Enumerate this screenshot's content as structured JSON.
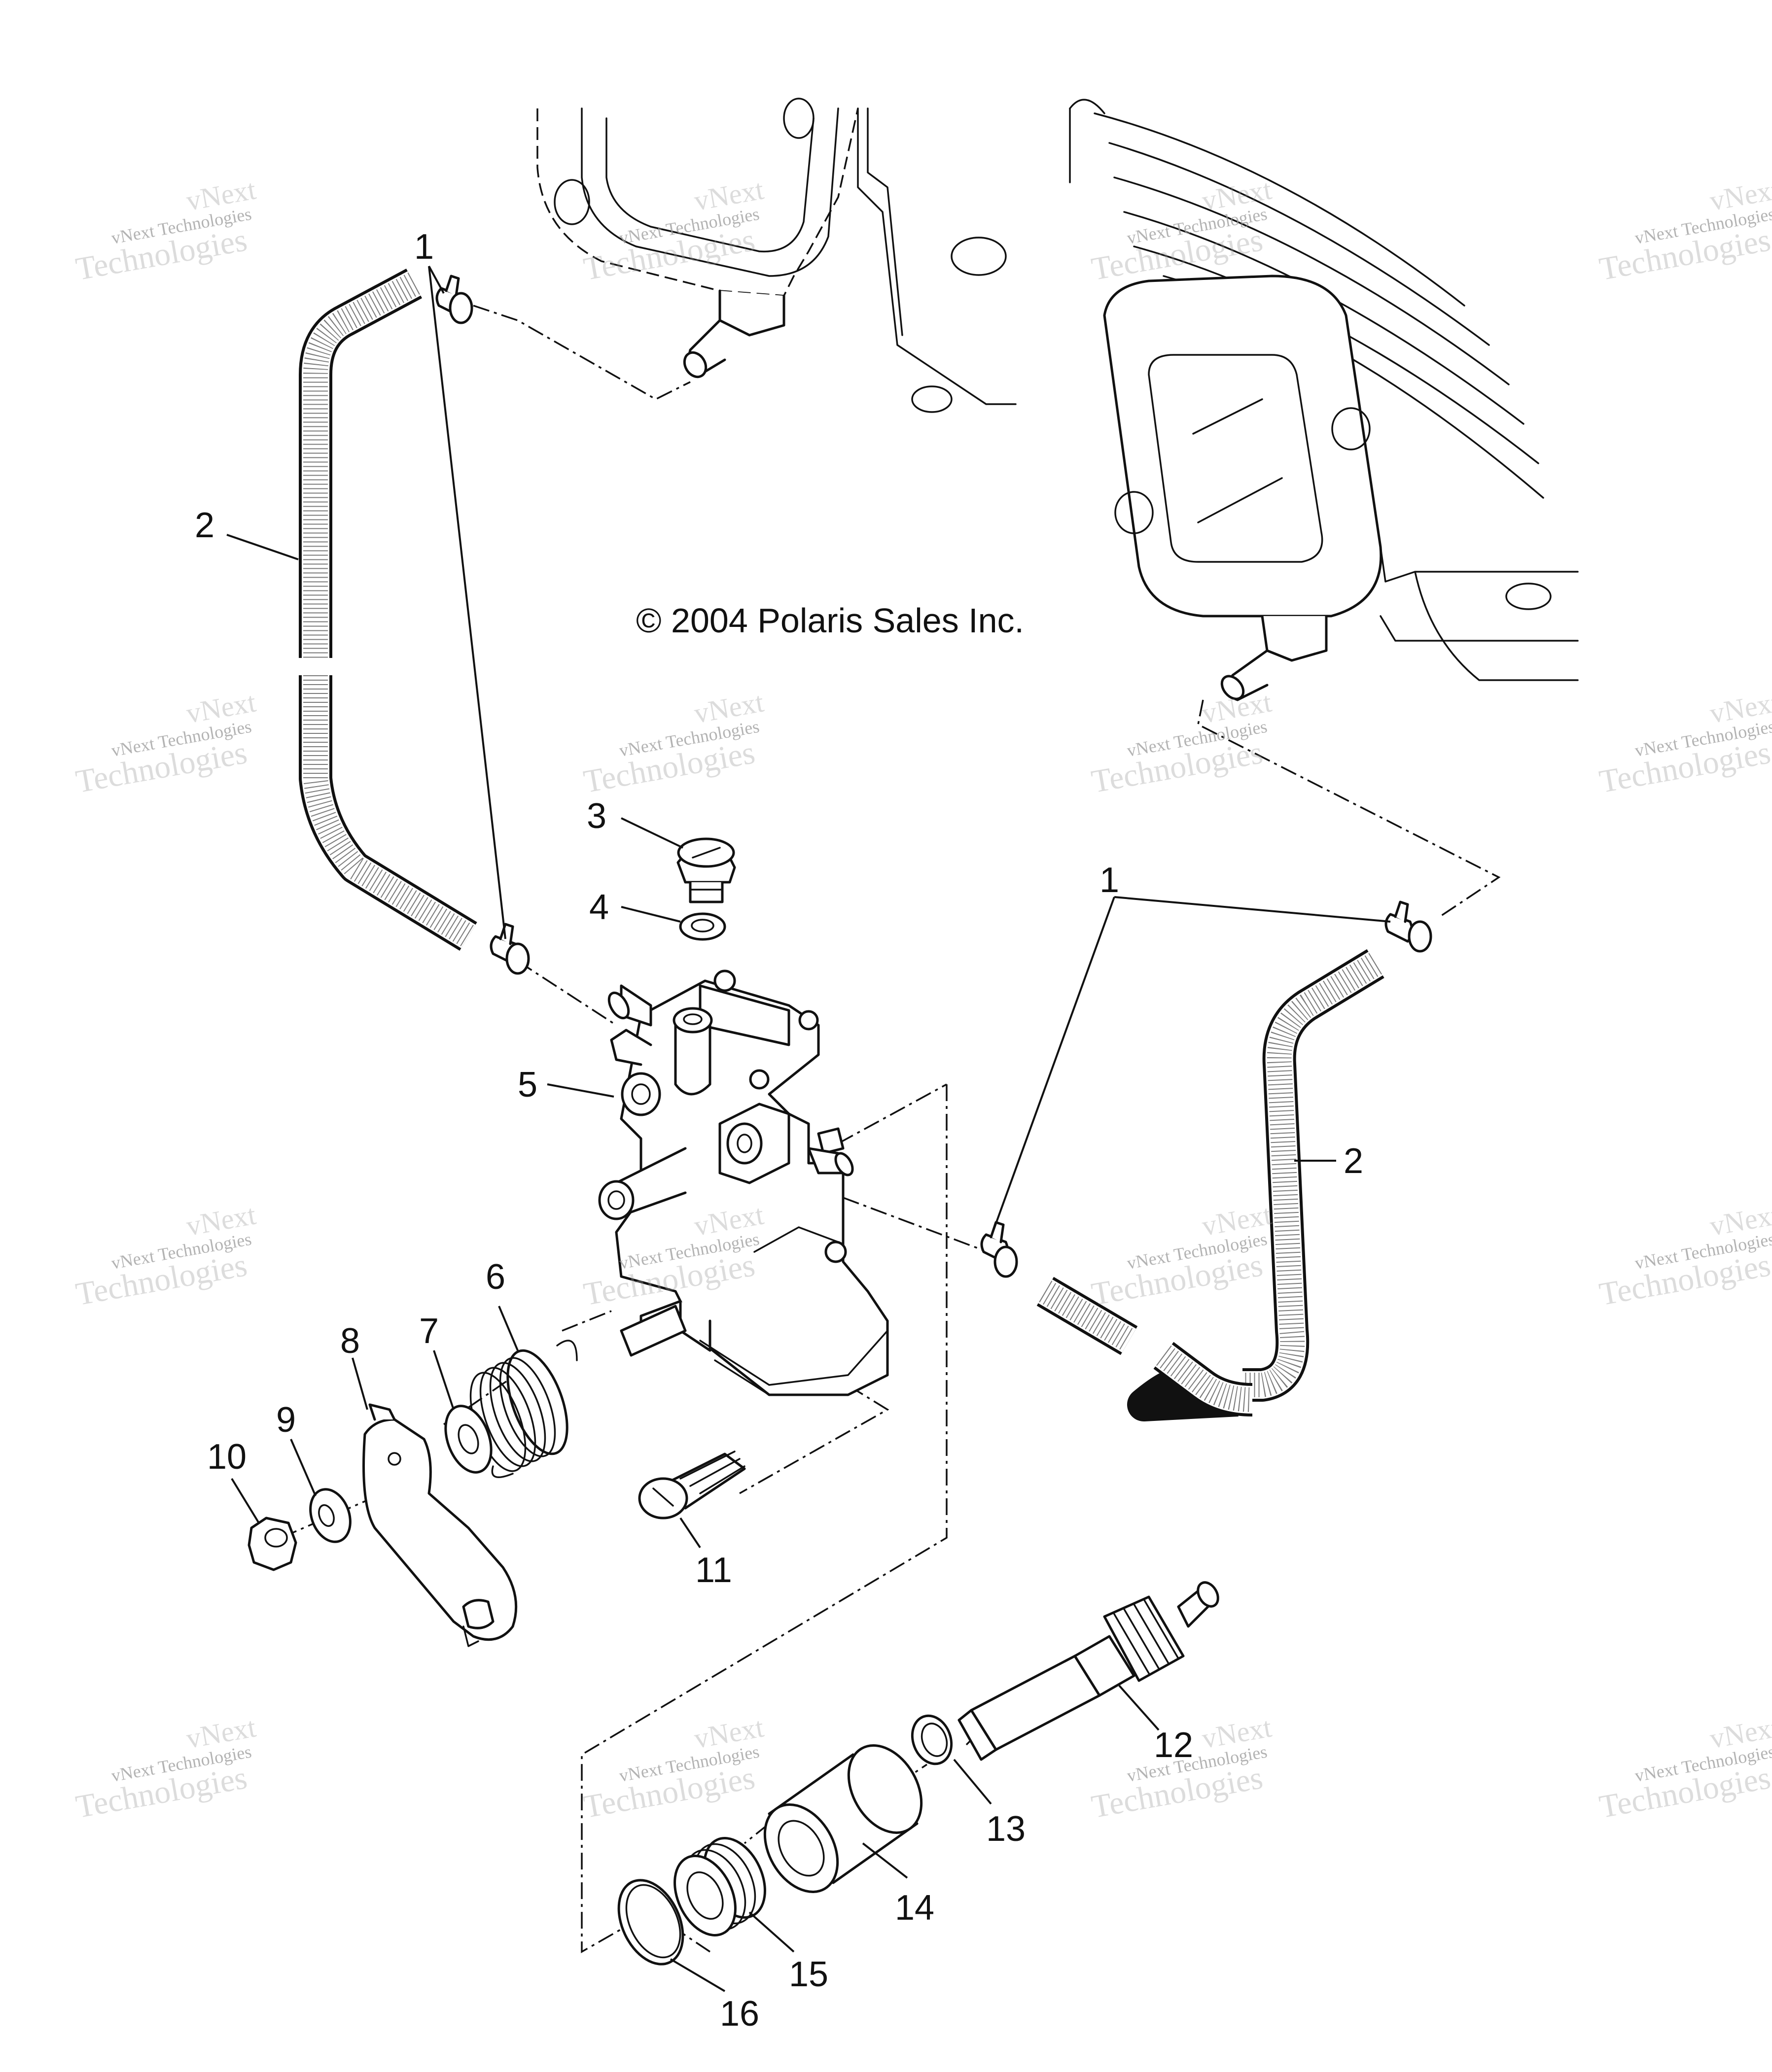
{
  "diagram": {
    "copyright": "© 2004 Polaris Sales Inc.",
    "watermark": {
      "line1": "vNext Technologies",
      "line2": "vNext",
      "line3": "Technologies"
    },
    "callouts": [
      {
        "id": "c1a",
        "label": "1"
      },
      {
        "id": "c1b",
        "label": "1"
      },
      {
        "id": "c2a",
        "label": "2"
      },
      {
        "id": "c2b",
        "label": "2"
      },
      {
        "id": "c3",
        "label": "3"
      },
      {
        "id": "c4",
        "label": "4"
      },
      {
        "id": "c5",
        "label": "5"
      },
      {
        "id": "c6",
        "label": "6"
      },
      {
        "id": "c7",
        "label": "7"
      },
      {
        "id": "c8",
        "label": "8"
      },
      {
        "id": "c9",
        "label": "9"
      },
      {
        "id": "c10",
        "label": "10"
      },
      {
        "id": "c11",
        "label": "11"
      },
      {
        "id": "c12",
        "label": "12"
      },
      {
        "id": "c13",
        "label": "13"
      },
      {
        "id": "c14",
        "label": "14"
      },
      {
        "id": "c15",
        "label": "15"
      },
      {
        "id": "c16",
        "label": "16"
      }
    ]
  }
}
